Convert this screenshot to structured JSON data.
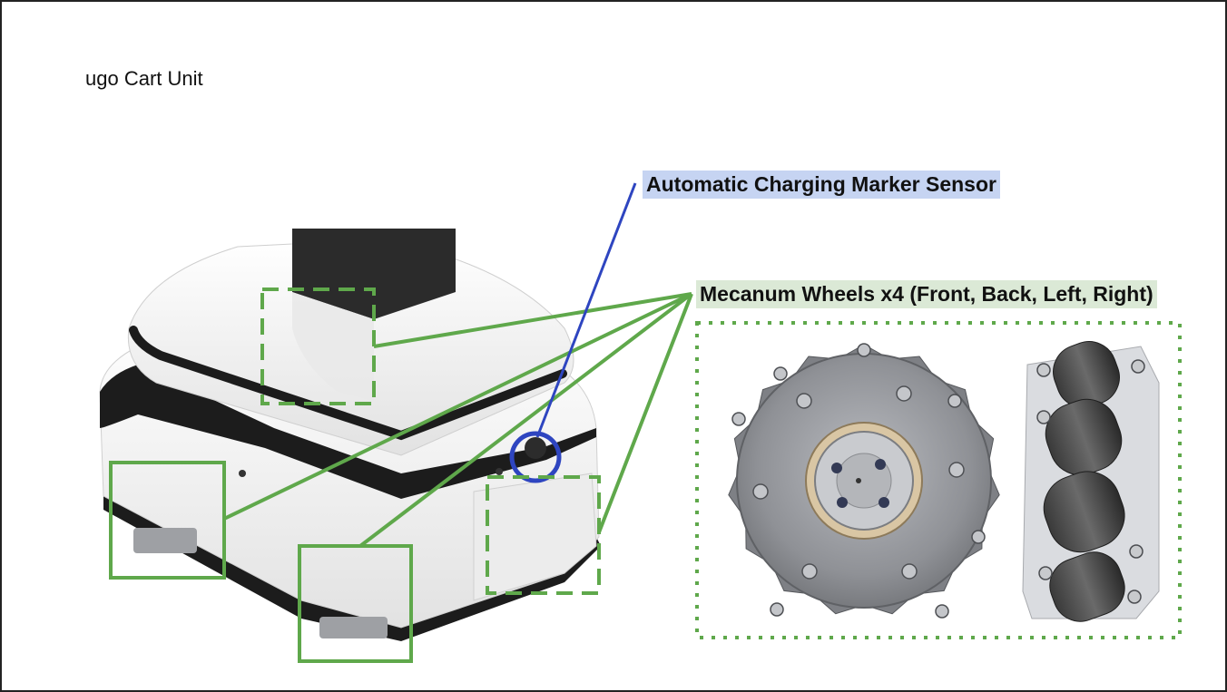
{
  "title": "ugo Cart Unit",
  "callouts": {
    "sensor_label": "Automatic Charging Marker Sensor",
    "wheels_label": "Mecanum Wheels x4 (Front, Back, Left, Right)"
  },
  "colors": {
    "sensor_callout": "#2e45c0",
    "sensor_label_bg": "#c6d4f2",
    "wheel_callout": "#5fa84b",
    "wheel_label_bg": "#dbe9d6",
    "robot_body": "#f2f2f2",
    "robot_trim": "#1c1c1c",
    "wheel_metal": "#8f9196"
  },
  "icons": [
    "robot-cart-illustration",
    "mecanum-wheel-face-illustration",
    "mecanum-wheel-side-illustration"
  ]
}
